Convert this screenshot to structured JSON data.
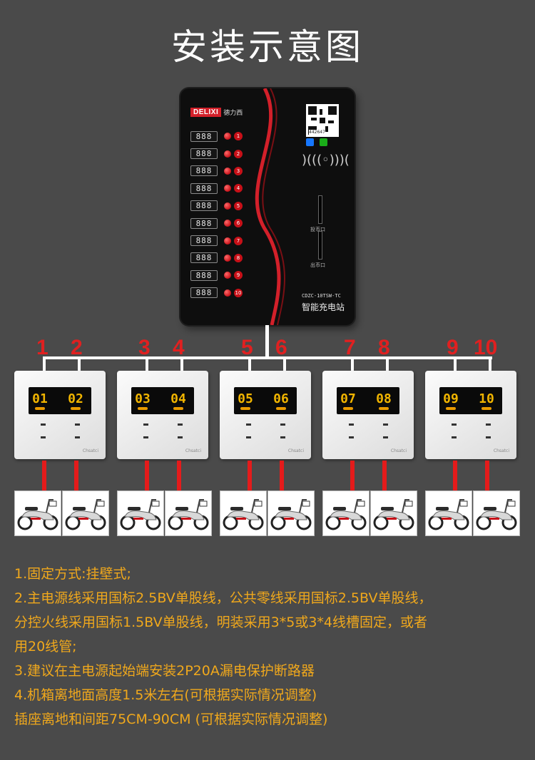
{
  "title": "安装示意图",
  "cabinet": {
    "brand_logo": "DELIXI",
    "brand_cn": "德力西",
    "digits": "888",
    "qr_code": "442647",
    "model": "CDZC-10TSW-TC",
    "name": "智能充电站",
    "coin_slot_label": "投币口",
    "refund_slot_label": "出币口",
    "rows": [
      "1",
      "2",
      "3",
      "4",
      "5",
      "6",
      "7",
      "8",
      "9",
      "10"
    ]
  },
  "outlet_labels": [
    "1",
    "2",
    "3",
    "4",
    "5",
    "6",
    "7",
    "8",
    "9",
    "10"
  ],
  "sockets": [
    {
      "left": "01",
      "right": "02",
      "mark": "Chsatci"
    },
    {
      "left": "03",
      "right": "04",
      "mark": "Chsatci"
    },
    {
      "left": "05",
      "right": "06",
      "mark": "Chsatci"
    },
    {
      "left": "07",
      "right": "08",
      "mark": "Chsatci"
    },
    {
      "left": "09",
      "right": "10",
      "mark": "Chsatci"
    }
  ],
  "notes": [
    "1.固定方式:挂壁式;",
    "2.主电源线采用国标2.5BV单股线，公共零线采用国标2.5BV单股线，",
    "分控火线采用国标1.5BV单股线，明装采用3*5或3*4线槽固定，或者",
    "用20线管;",
    "3.建议在主电源起始端安装2P20A漏电保护断路器",
    "4.机箱离地面高度1.5米左右(可根据实际情况调整)",
    "插座离地和间距75CM-90CM (可根据实际情况调整)"
  ],
  "colors": {
    "background": "#4a4a4a",
    "accent_red": "#e02020",
    "note_text": "#f0a81c",
    "digit_amber": "#f0b400"
  }
}
